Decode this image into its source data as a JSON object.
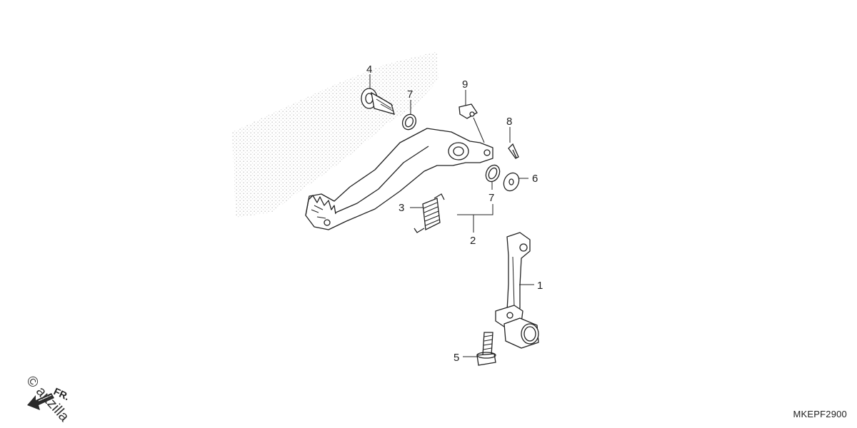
{
  "diagram": {
    "callouts": {
      "c1": "1",
      "c2": "2",
      "c3": "3",
      "c4": "4",
      "c5": "5",
      "c6": "6",
      "c7a": "7",
      "c7b": "7",
      "c8": "8",
      "c9": "9"
    },
    "diagram_code": "MKEPF2900",
    "direction_label": "FR.",
    "watermark_text": "© artzilla",
    "colors": {
      "ink": "#222222",
      "background": "#ffffff",
      "stipple": "#c8c8c8"
    }
  }
}
